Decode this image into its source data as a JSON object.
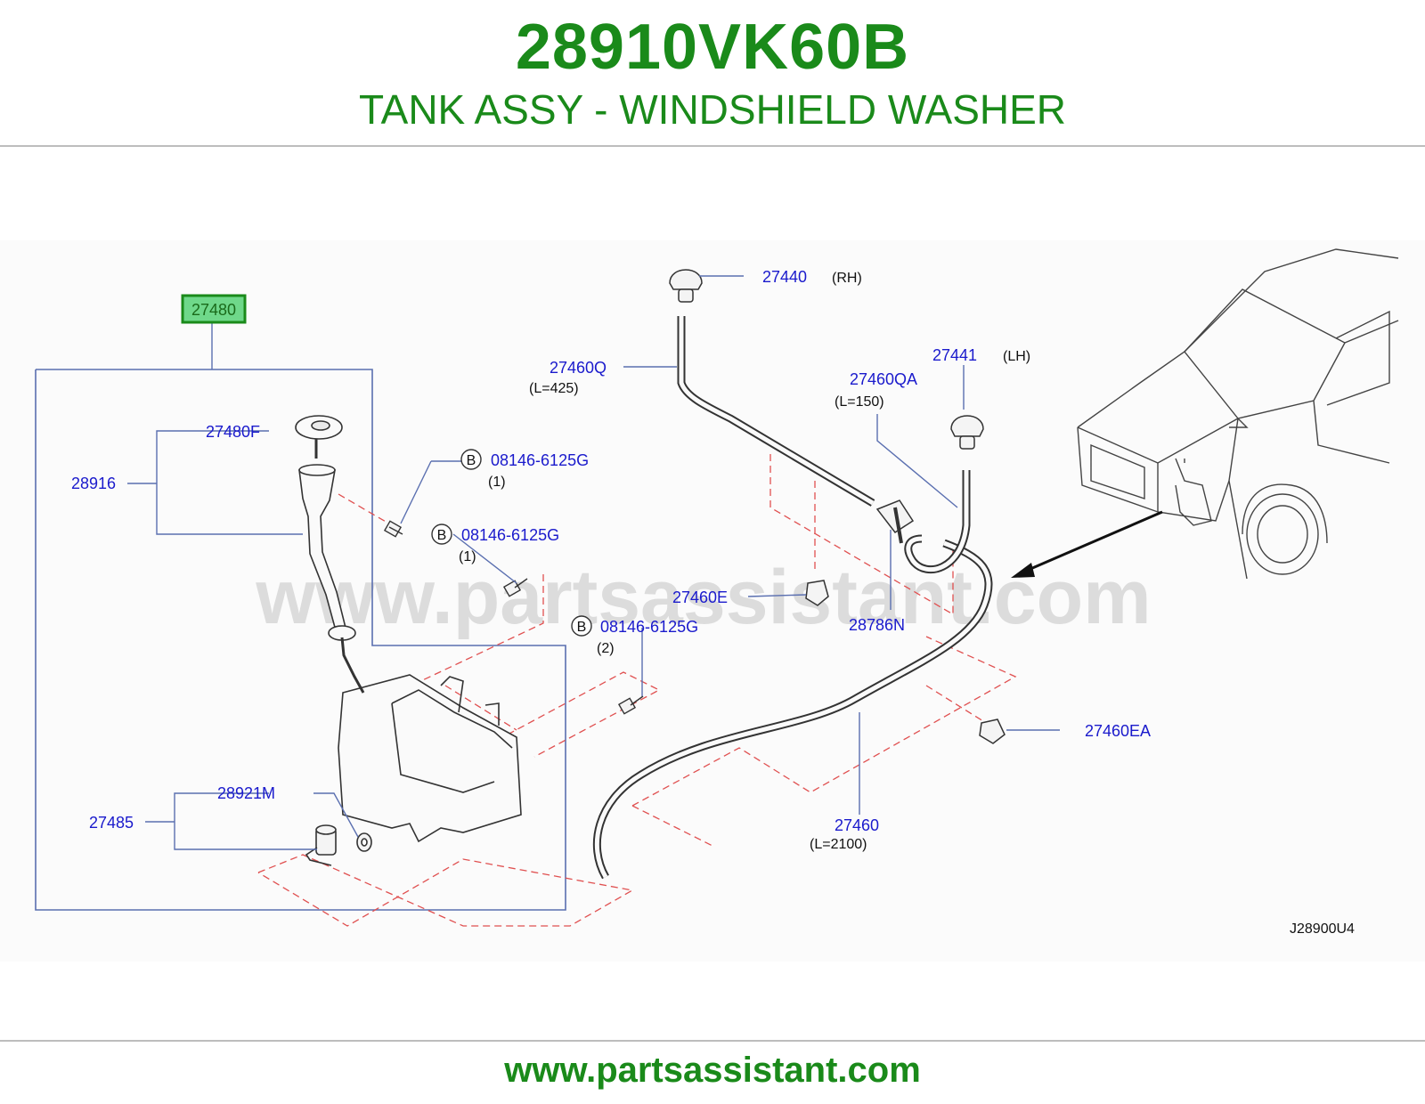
{
  "header": {
    "part_number": "28910VK60B",
    "part_name": "TANK ASSY - WINDSHIELD WASHER"
  },
  "diagram": {
    "watermark": "www.partsassistant.com",
    "diagram_code": "J28900U4",
    "highlighted_part": "27480",
    "callouts": {
      "c27480F": "27480F",
      "c28916": "28916",
      "c28921M": "28921M",
      "c27485": "27485",
      "bolt1": "08146-6125G",
      "bolt1_qty": "(1)",
      "bolt2": "08146-6125G",
      "bolt2_qty": "(1)",
      "bolt3": "08146-6125G",
      "bolt3_qty": "(2)",
      "bolt_symbol": "B",
      "c27440": "27440",
      "c27440_side": "(RH)",
      "c27441": "27441",
      "c27441_side": "(LH)",
      "c27460Q": "27460Q",
      "c27460Q_len": "(L=425)",
      "c27460QA": "27460QA",
      "c27460QA_len": "(L=150)",
      "c27460E": "27460E",
      "c28786N": "28786N",
      "c27460EA": "27460EA",
      "c27460": "27460",
      "c27460_len": "(L=2100)"
    }
  },
  "footer": {
    "url": "www.partsassistant.com"
  },
  "colors": {
    "brand_green": "#1a8a1a",
    "callout_blue": "#1a1acc",
    "frame_blue": "#5a6fb0",
    "dash_red": "#e05050",
    "highlight_fill": "#6fd88a"
  }
}
